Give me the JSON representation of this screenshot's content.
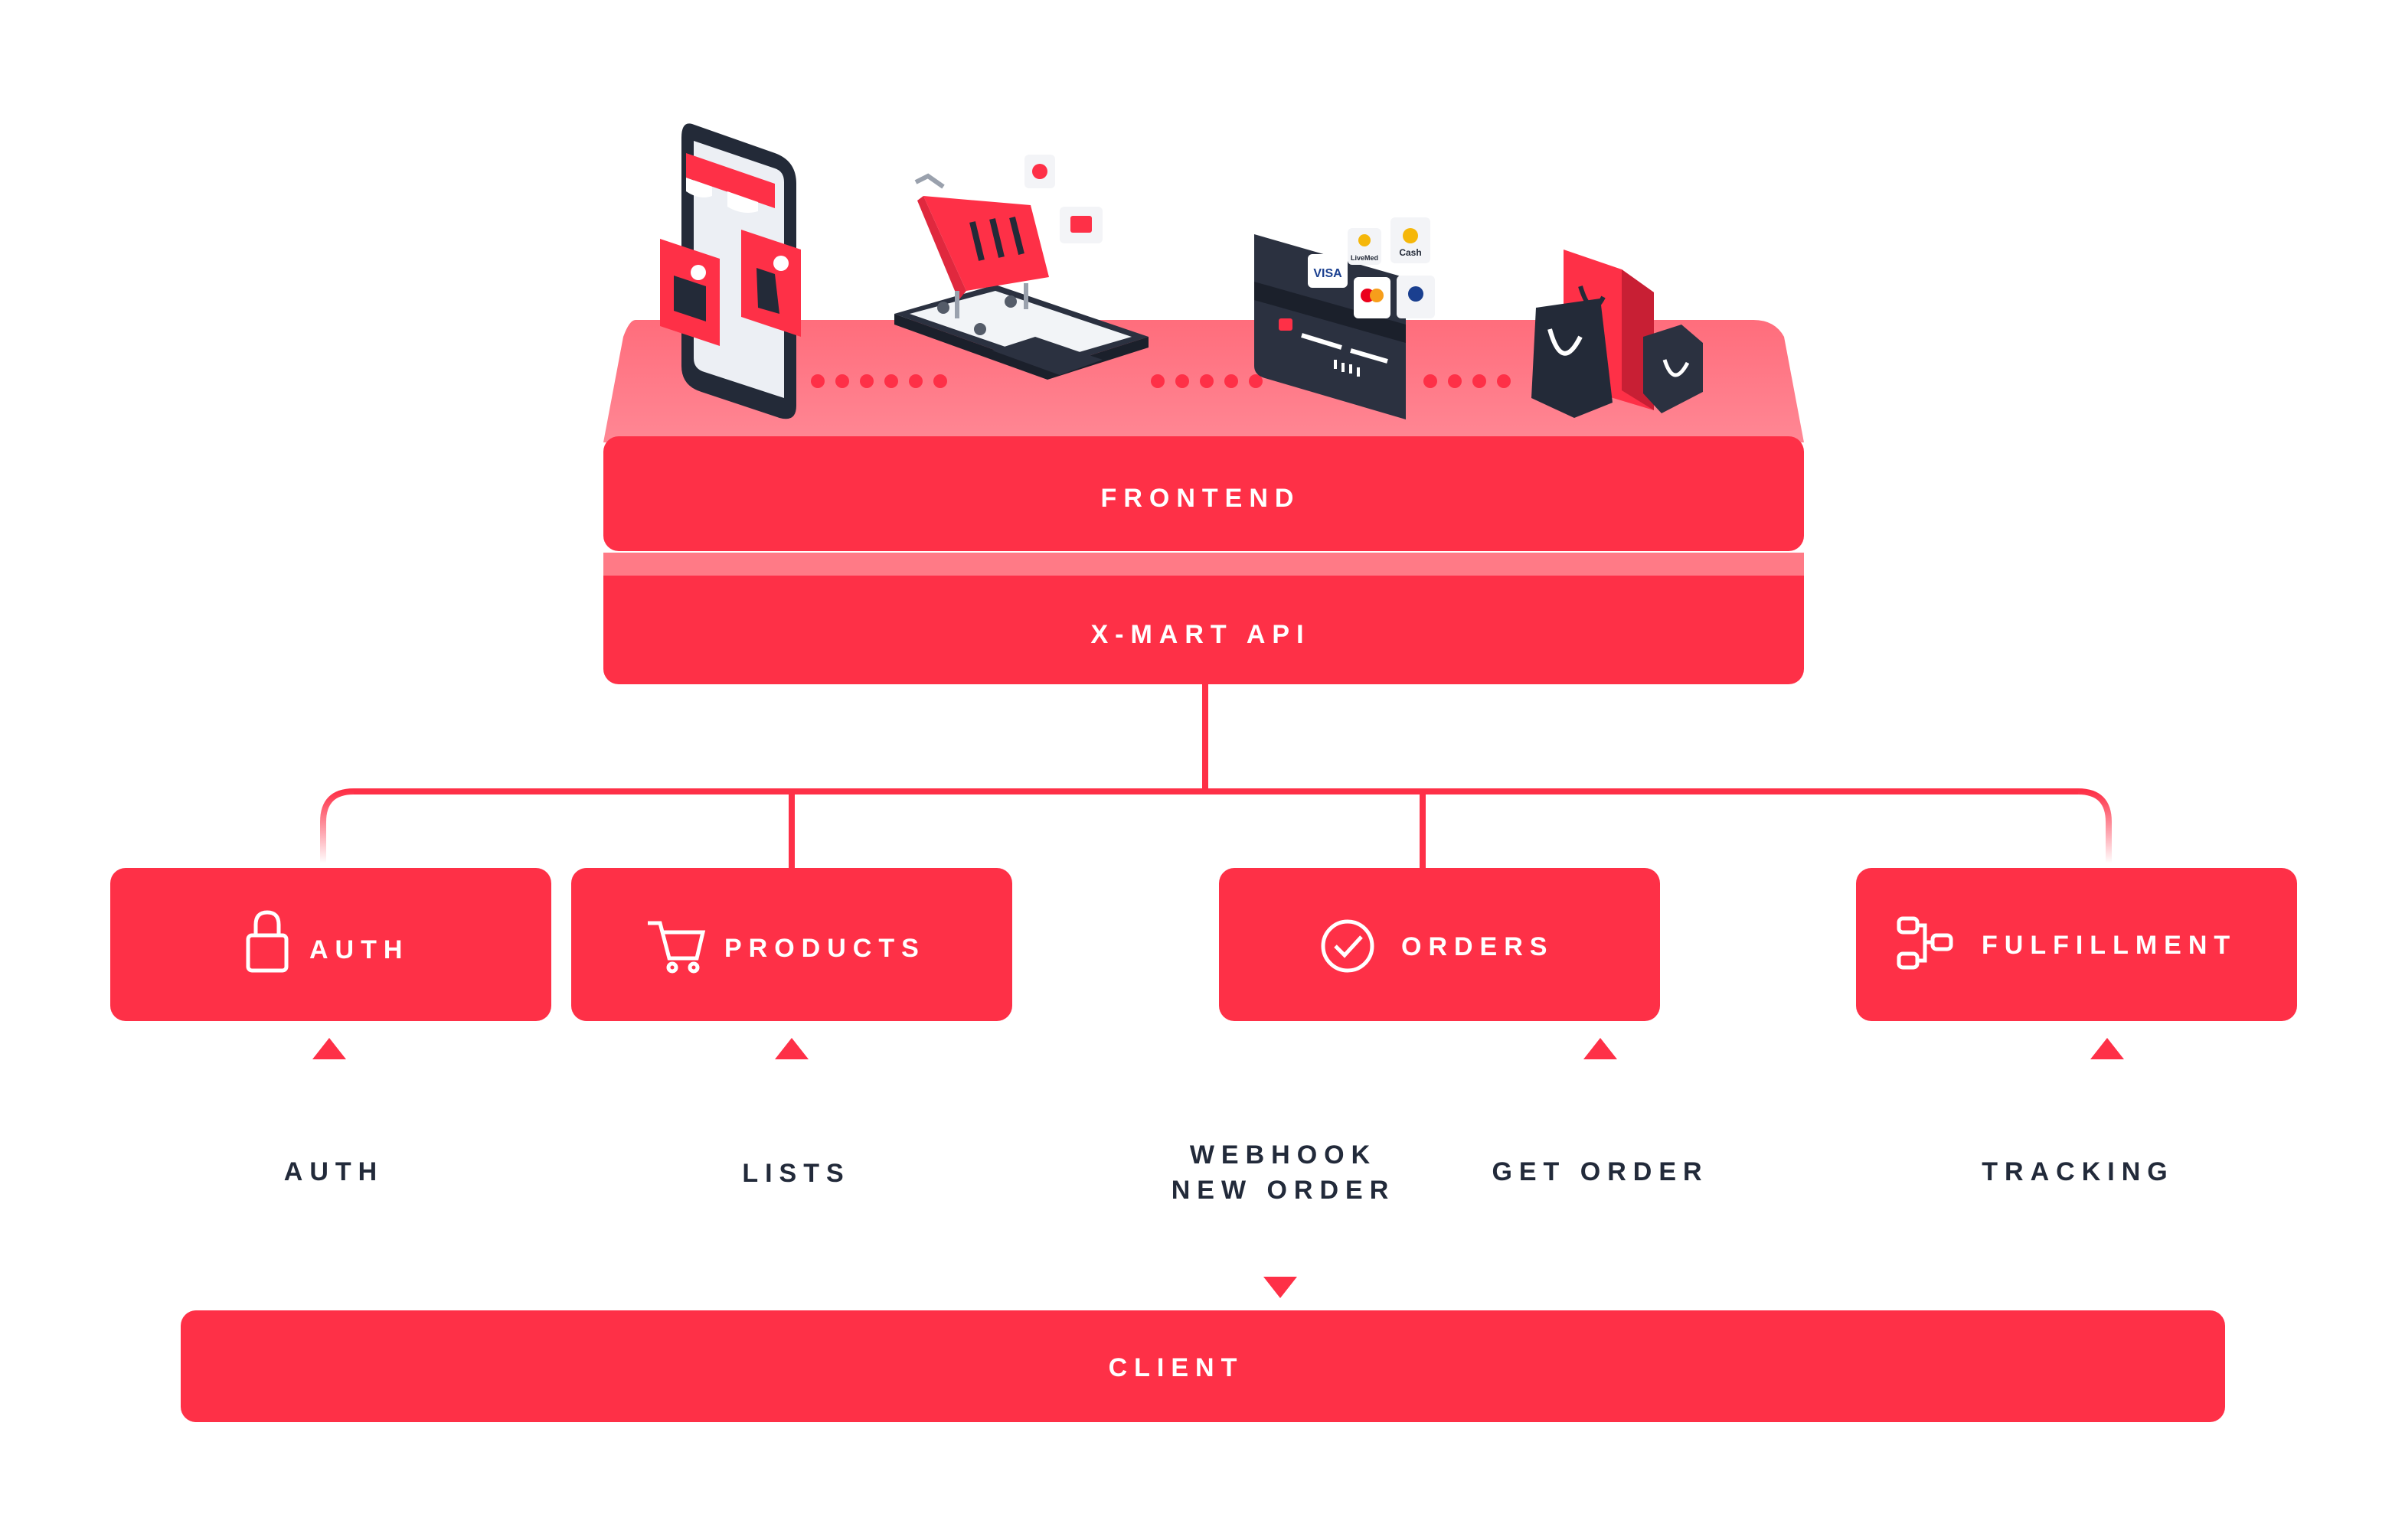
{
  "colors": {
    "primary": "#fe3047",
    "primary_light": "#ff7a86",
    "dark": "#232a38",
    "white": "#ffffff"
  },
  "illustrations": [
    "mobile-store-icon",
    "shopping-cart-tablet-icon",
    "credit-card-payment-icon",
    "shopping-bags-icon"
  ],
  "payment_badges": [
    "VISA",
    "Cash",
    "LiveMed"
  ],
  "layers": {
    "frontend": "FRONTEND",
    "api": "X-MART API",
    "client": "CLIENT"
  },
  "services": [
    {
      "label": "AUTH",
      "icon": "lock-icon"
    },
    {
      "label": "PRODUCTS",
      "icon": "cart-icon"
    },
    {
      "label": "ORDERS",
      "icon": "check-circle-icon"
    },
    {
      "label": "FULFILLMENT",
      "icon": "chain-link-icon"
    }
  ],
  "flows": {
    "auth": "AUTH",
    "lists": "LISTS",
    "webhook_1": "WEBHOOK",
    "webhook_2": "NEW ORDER",
    "get_order": "GET ORDER",
    "tracking": "TRACKING"
  }
}
